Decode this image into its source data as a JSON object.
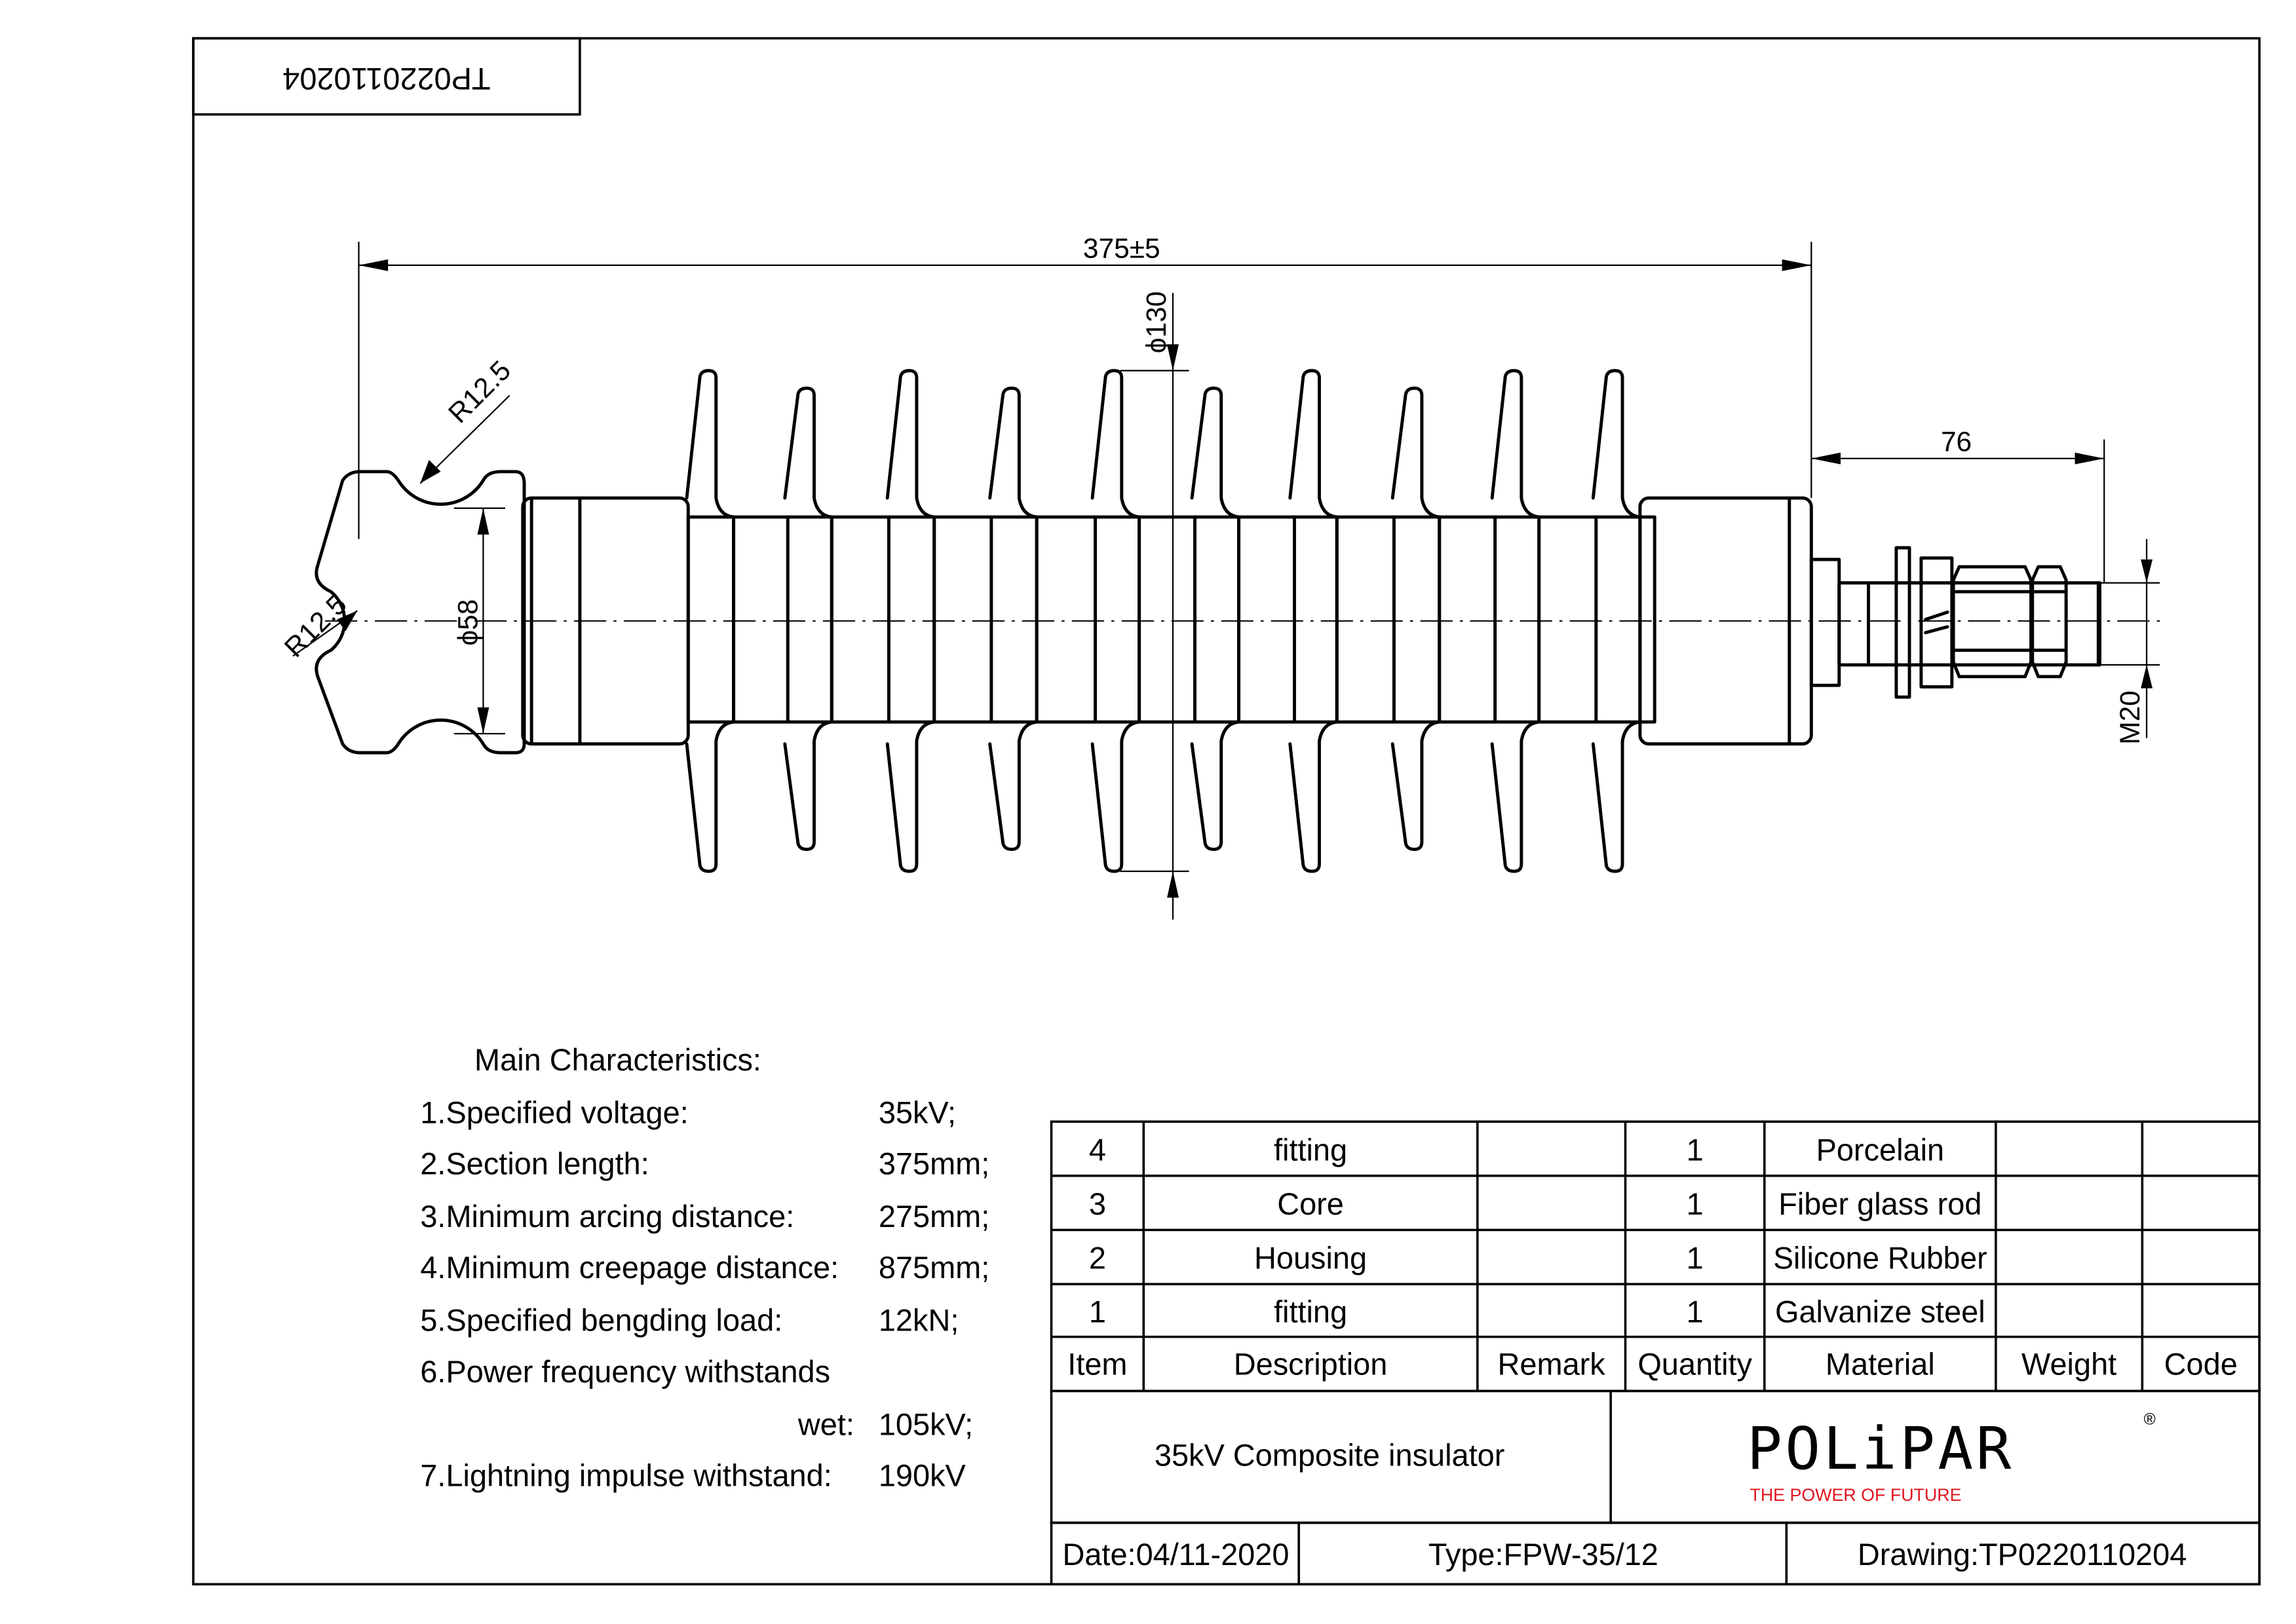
{
  "title_box": {
    "code": "TP0220110204"
  },
  "dimensions": {
    "overall_length": "375±5",
    "shed_diameter": "ϕ130",
    "core_diameter": "ϕ58",
    "radius_top": "R12.5",
    "radius_left": "R12.5",
    "end_fitting_length": "76",
    "thread": "M20"
  },
  "characteristics": {
    "heading": "Main Characteristics:",
    "items": [
      {
        "label": "1.Specified voltage:",
        "value": "35kV;"
      },
      {
        "label": "2.Section length:",
        "value": "375mm;"
      },
      {
        "label": "3.Minimum arcing distance:",
        "value": "275mm;"
      },
      {
        "label": "4.Minimum creepage distance:",
        "value": "875mm;"
      },
      {
        "label": "5.Specified bengding load:",
        "value": "12kN;"
      },
      {
        "label": "6.Power frequency withstands",
        "value": ""
      },
      {
        "label": "wet:",
        "value": "105kV;"
      },
      {
        "label": "7.Lightning impulse withstand:",
        "value": "190kV"
      }
    ]
  },
  "bom": {
    "headers": [
      "Item",
      "Description",
      "Remark",
      "Quantity",
      "Material",
      "Weight",
      "Code"
    ],
    "rows": [
      [
        "4",
        "fitting",
        "",
        "1",
        "Porcelain",
        "",
        ""
      ],
      [
        "3",
        "Core",
        "",
        "1",
        "Fiber glass rod",
        "",
        ""
      ],
      [
        "2",
        "Housing",
        "",
        "1",
        "Silicone Rubber",
        "",
        ""
      ],
      [
        "1",
        "fitting",
        "",
        "1",
        "Galvanize steel",
        "",
        ""
      ]
    ]
  },
  "title_block": {
    "product": "35kV Composite insulator",
    "logo_name": "POLiPAR",
    "logo_tagline": "THE POWER OF FUTURE",
    "logo_reg": "®",
    "date": "Date:04/11-2020",
    "type": "Type:FPW-35/12",
    "drawing": "Drawing:TP0220110204"
  },
  "colors": {
    "line": "#000000",
    "logo_accent": "#e0141e"
  }
}
